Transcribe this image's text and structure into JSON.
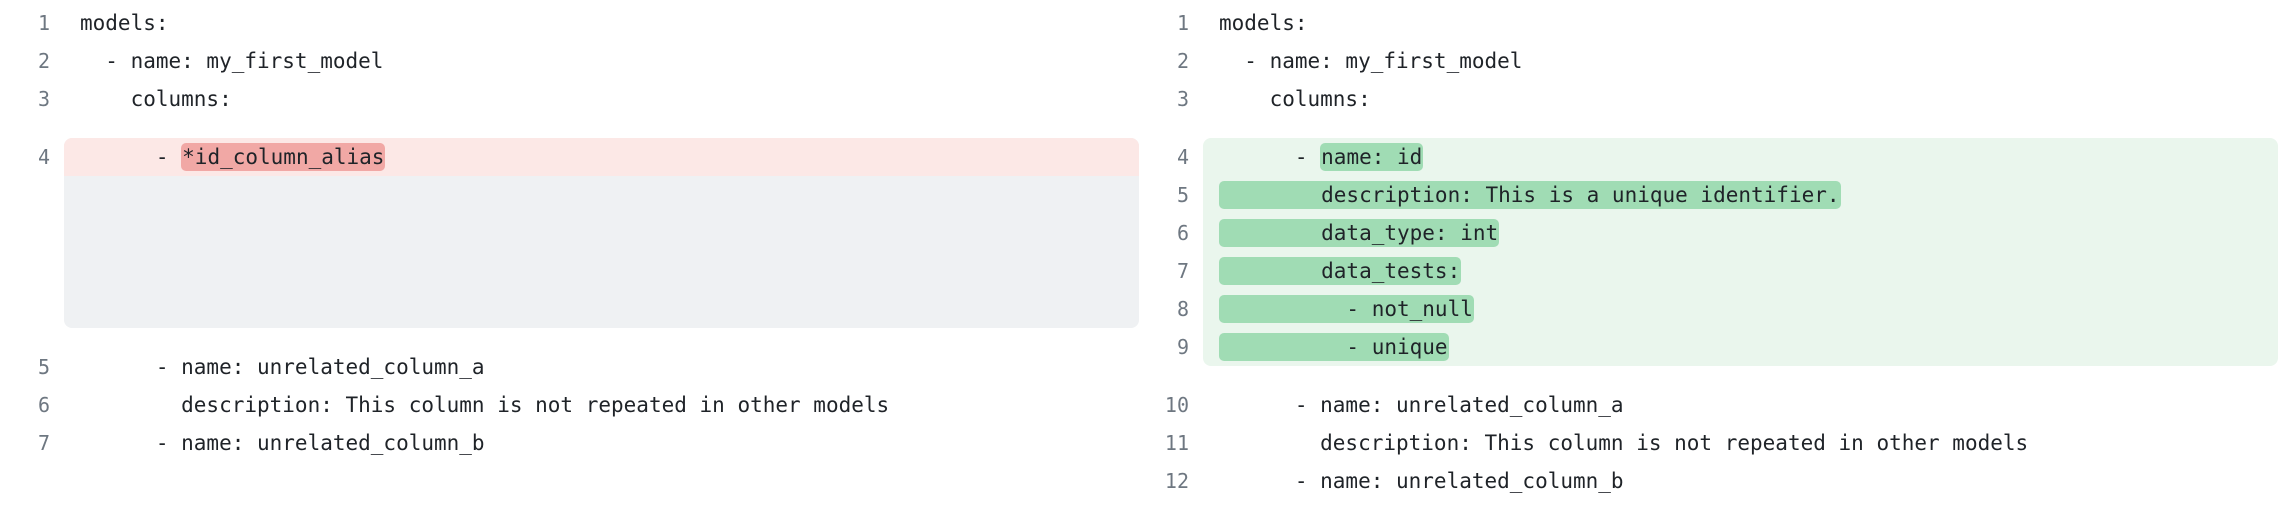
{
  "viewer": {
    "title": "yaml-diff-side-by-side",
    "colors": {
      "deleted_block_bg": "#eff1f3",
      "deleted_line_bg": "#fce8e6",
      "deleted_inline_bg": "#f1a8a5",
      "added_block_bg": "#eaf6ed",
      "added_inline_bg": "#a0dcb4",
      "text": "#1f2328",
      "gutter_text": "#6e7781",
      "page_bg": "#ffffff"
    }
  },
  "left_pane": {
    "name": "before-version",
    "lines": [
      {
        "number": "1",
        "text": "models:",
        "state": "context"
      },
      {
        "number": "2",
        "text": "  - name: my_first_model",
        "state": "context"
      },
      {
        "number": "3",
        "text": "    columns:",
        "state": "context"
      },
      {
        "number": "4",
        "prefix": "      - ",
        "highlight": "*id_column_alias",
        "suffix": "",
        "state": "deleted"
      },
      {
        "number": "5",
        "text": "      - name: unrelated_column_a",
        "state": "context"
      },
      {
        "number": "6",
        "text": "        description: This column is not repeated in other models",
        "state": "context"
      },
      {
        "number": "7",
        "text": "      - name: unrelated_column_b",
        "state": "context"
      }
    ]
  },
  "right_pane": {
    "name": "after-version",
    "lines": [
      {
        "number": "1",
        "text": "models:",
        "state": "context"
      },
      {
        "number": "2",
        "text": "  - name: my_first_model",
        "state": "context"
      },
      {
        "number": "3",
        "text": "    columns:",
        "state": "context"
      },
      {
        "number": "4",
        "prefix": "      - ",
        "highlight": "name: id",
        "suffix": "",
        "state": "added"
      },
      {
        "number": "5",
        "prefix": "",
        "highlight": "        description: This is a unique identifier.",
        "suffix": "",
        "state": "added"
      },
      {
        "number": "6",
        "prefix": "",
        "highlight": "        data_type: int",
        "suffix": "",
        "state": "added"
      },
      {
        "number": "7",
        "prefix": "",
        "highlight": "        data_tests:",
        "suffix": "",
        "state": "added"
      },
      {
        "number": "8",
        "prefix": "",
        "highlight": "          - not_null",
        "suffix": "",
        "state": "added"
      },
      {
        "number": "9",
        "prefix": "",
        "highlight": "          - unique",
        "suffix": "",
        "state": "added"
      },
      {
        "number": "10",
        "text": "      - name: unrelated_column_a",
        "state": "context"
      },
      {
        "number": "11",
        "text": "        description: This column is not repeated in other models",
        "state": "context"
      },
      {
        "number": "12",
        "text": "      - name: unrelated_column_b",
        "state": "context"
      }
    ]
  }
}
